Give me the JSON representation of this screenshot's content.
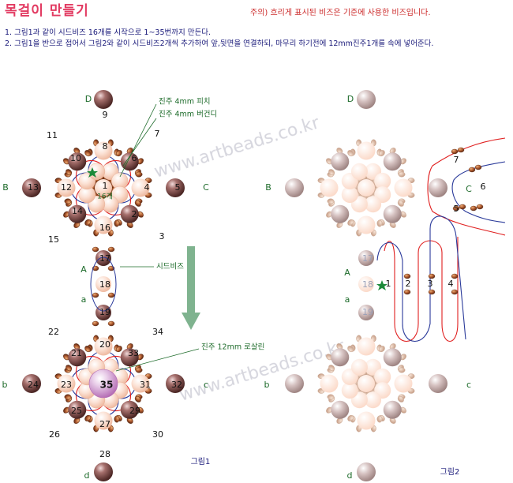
{
  "title": "목걸이 만들기",
  "note": "주의) 흐리게 표시된 비즈은 기준에 사용한 비즈입니다.",
  "steps": [
    "1. 그림1과 같이 시드비즈 16개를 시작으로 1~35번까지 만든다.",
    "2. 그림1을 반으로 접어서 그림2와 같이 시드비즈2개씩 추가하여 앞,뒷면을 연결하되, 마무리 하기전에 12mm진주1개를 속에 넣어준다."
  ],
  "figure1": {
    "caption": "그림1",
    "callouts": {
      "burgundy": "진주 4mm 버건디",
      "peach": "진주 4mm 피치",
      "seed": "시드비즈",
      "rosaline": "진주 12mm 로살린",
      "count16": "16개"
    },
    "letters": {
      "D": "D",
      "B": "B",
      "C": "C",
      "A": "A",
      "a": "a",
      "b": "b",
      "c": "c",
      "d": "d"
    },
    "numbers": [
      "1",
      "2",
      "3",
      "4",
      "5",
      "6",
      "7",
      "8",
      "9",
      "10",
      "11",
      "12",
      "13",
      "14",
      "15",
      "16",
      "17",
      "18",
      "19",
      "20",
      "21",
      "22",
      "23",
      "24",
      "25",
      "26",
      "27",
      "28",
      "29",
      "30",
      "31",
      "32",
      "33",
      "34",
      "35"
    ]
  },
  "figure2": {
    "caption": "그림2",
    "letters": {
      "D": "D",
      "B": "B",
      "C": "C",
      "A": "A",
      "a": "a",
      "b": "b",
      "c": "c",
      "d": "d"
    },
    "numbers": [
      "1",
      "2",
      "3",
      "4",
      "5",
      "6",
      "7",
      "17",
      "18",
      "19"
    ]
  },
  "watermark": "www.artbeads.co.kr",
  "colors": {
    "title": "#e23b62",
    "note": "#cc2a2a",
    "steps": "#1a1a7a",
    "red_thread": "#e02020",
    "blue_thread": "#2a3a9a",
    "peach_pearl": "#f6c8b3",
    "burgundy_pearl": "#7a4a48",
    "seed_bead": "#a8482a",
    "rosaline": "#c880c8",
    "arrow": "#7fb38f",
    "callout_text": "#1d6b2a"
  }
}
